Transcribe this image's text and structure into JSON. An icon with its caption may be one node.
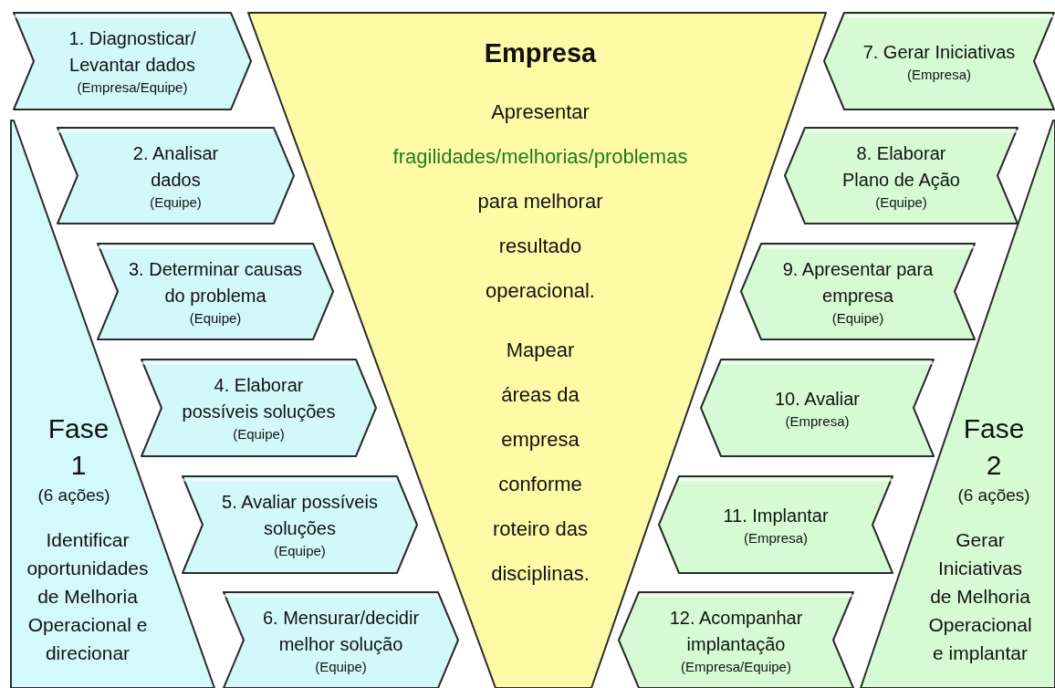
{
  "diagram": {
    "nodes": [
      {
        "text": [
          "Empresa",
          "Apresentar",
          "fragilidades/melhorias/problemas",
          "para melhorar resultado operacional.",
          "Mapear áreas da empresa conforme roteiro das disciplinas."
        ]
      },
      {
        "text": [
          "Fase 1",
          "(6 ações)",
          "Identificar oportunidades de Melhoria Operacional e direcionar"
        ]
      },
      {
        "text": [
          "1. Diagnosticar/ Levantar dados",
          "(Empresa/Equipe)"
        ]
      },
      {
        "text": [
          "2. Analisar dados",
          "(Equipe)"
        ]
      },
      {
        "text": [
          "3. Determinar causas do problema",
          "(Equipe)"
        ]
      },
      {
        "text": [
          "4. Elaborar possíveis soluções",
          "(Equipe)"
        ]
      },
      {
        "text": [
          "5. Avaliar possíveis soluções",
          "(Equipe)"
        ]
      },
      {
        "text": [
          "6. Mensurar/decidir melhor solução",
          "(Equipe)"
        ]
      },
      {
        "text": [
          "Fase 2",
          "(6 ações)",
          "Gerar Iniciativas de Melhoria Operacional e implantar"
        ]
      },
      {
        "text": [
          "7. Gerar Iniciativas",
          "(Empresa)"
        ]
      },
      {
        "text": [
          "8. Elaborar Plano de Ação",
          "(Equipe)"
        ]
      },
      {
        "text": [
          "9. Apresentar para empresa",
          "(Equipe)"
        ]
      },
      {
        "text": [
          "10. Avaliar",
          "(Empresa)"
        ]
      },
      {
        "text": [
          "11. Implantar",
          "(Empresa)"
        ]
      },
      {
        "text": [
          "12. Acompanhar implantação",
          "(Empresa/Equipe)"
        ]
      }
    ],
    "edges": []
  }
}
